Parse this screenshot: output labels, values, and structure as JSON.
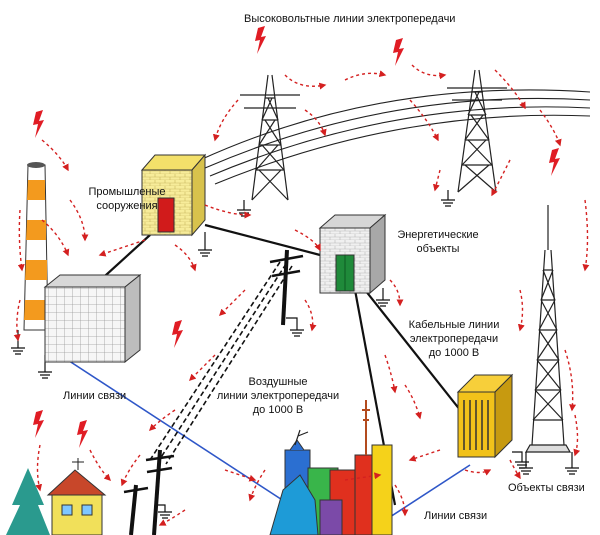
{
  "labels": {
    "hv_lines": "Высоковольтные линии электропередачи",
    "industrial_line1": "Промышленые",
    "industrial_line2": "сооружения",
    "energy_line1": "Энергетические",
    "energy_line2": "объекты",
    "cable_line1": "Кабельные линии",
    "cable_line2": "электропередачи",
    "cable_line3": "до 1000 В",
    "overhead_line1": "Воздушные",
    "overhead_line2": "линии электропередачи",
    "overhead_line3": "до 1000 В",
    "comm_lines_left": "Линии связи",
    "comm_lines_bottom": "Линии связи",
    "comm_objects": "Объекты связи"
  },
  "colors": {
    "lightning": "#e01c24",
    "arrow": "#d42020",
    "comm_line": "#2f57c8",
    "power_line": "#111111",
    "booth": "#f5e26b",
    "door": "#d11b1b",
    "energy_building": "#eeeeee",
    "energy_door": "#1f8a3a",
    "chimney_orange": "#f39a1e",
    "transformer": "#f2c21a",
    "tree": "#2a9a8e",
    "house": "#f1e05a"
  }
}
